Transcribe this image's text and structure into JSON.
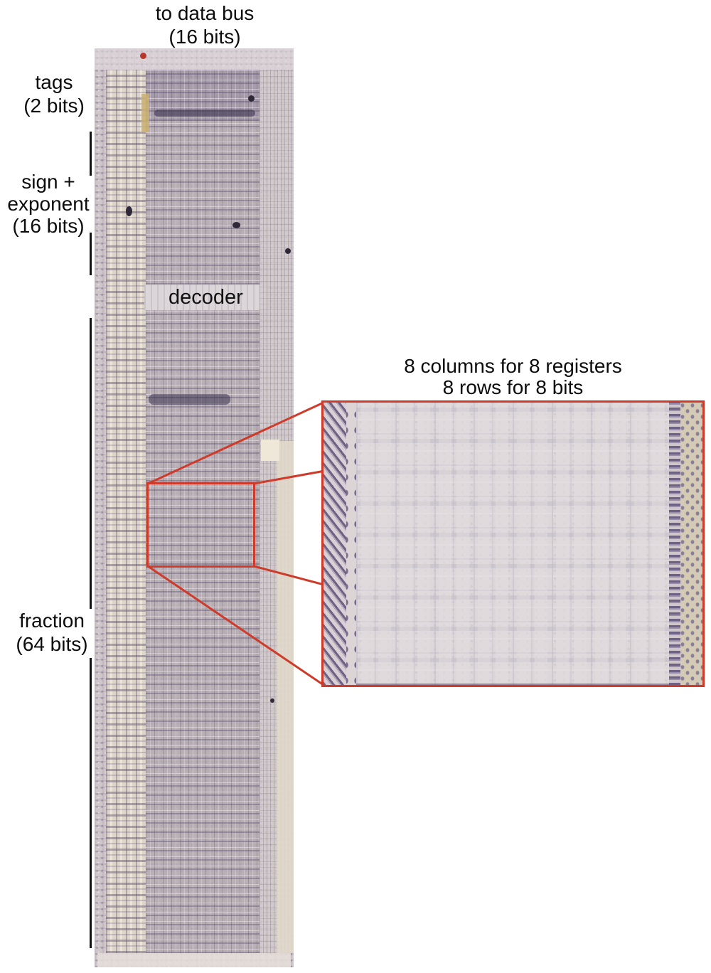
{
  "figure": {
    "title_top": {
      "line1": "to data bus",
      "line2": "(16 bits)"
    },
    "labels": {
      "tags": {
        "line1": "tags",
        "line2": "(2 bits)"
      },
      "sign_exponent": {
        "line1": "sign +",
        "line2": "exponent",
        "line3": "(16 bits)"
      },
      "decoder": "decoder",
      "fraction": {
        "line1": "fraction",
        "line2": "(64 bits)"
      }
    },
    "inset_caption": {
      "line1": "8 columns for 8 registers",
      "line2": "8 rows for 8 bits"
    },
    "colors": {
      "annotation_red": "#cf3b2a",
      "bracket_black": "#141414",
      "text": "#0c0c0c",
      "background": "#ffffff"
    }
  }
}
